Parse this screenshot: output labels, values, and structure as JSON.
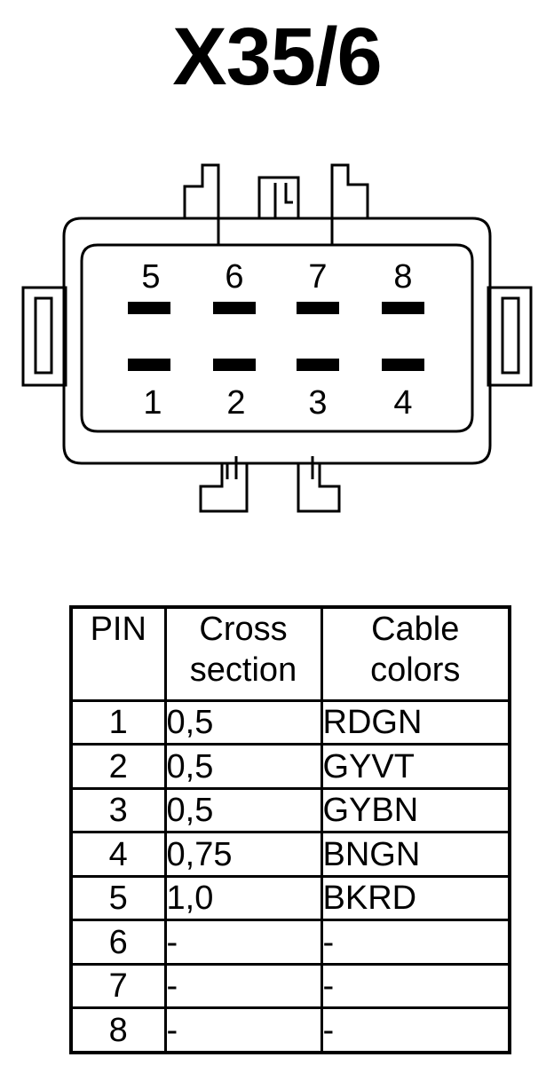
{
  "title": "X35/6",
  "connector": {
    "top_row": [
      "5",
      "6",
      "7",
      "8"
    ],
    "bottom_row": [
      "1",
      "2",
      "3",
      "4"
    ]
  },
  "table": {
    "headers": [
      "PIN",
      "Cross section",
      "Cable colors"
    ],
    "rows": [
      {
        "pin": "1",
        "cross_section": "0,5",
        "cable_color": "RDGN"
      },
      {
        "pin": "2",
        "cross_section": "0,5",
        "cable_color": "GYVT"
      },
      {
        "pin": "3",
        "cross_section": "0,5",
        "cable_color": "GYBN"
      },
      {
        "pin": "4",
        "cross_section": "0,75",
        "cable_color": "BNGN"
      },
      {
        "pin": "5",
        "cross_section": "1,0",
        "cable_color": "BKRD"
      },
      {
        "pin": "6",
        "cross_section": "-",
        "cable_color": "-"
      },
      {
        "pin": "7",
        "cross_section": "-",
        "cable_color": "-"
      },
      {
        "pin": "8",
        "cross_section": "-",
        "cable_color": "-"
      }
    ]
  }
}
